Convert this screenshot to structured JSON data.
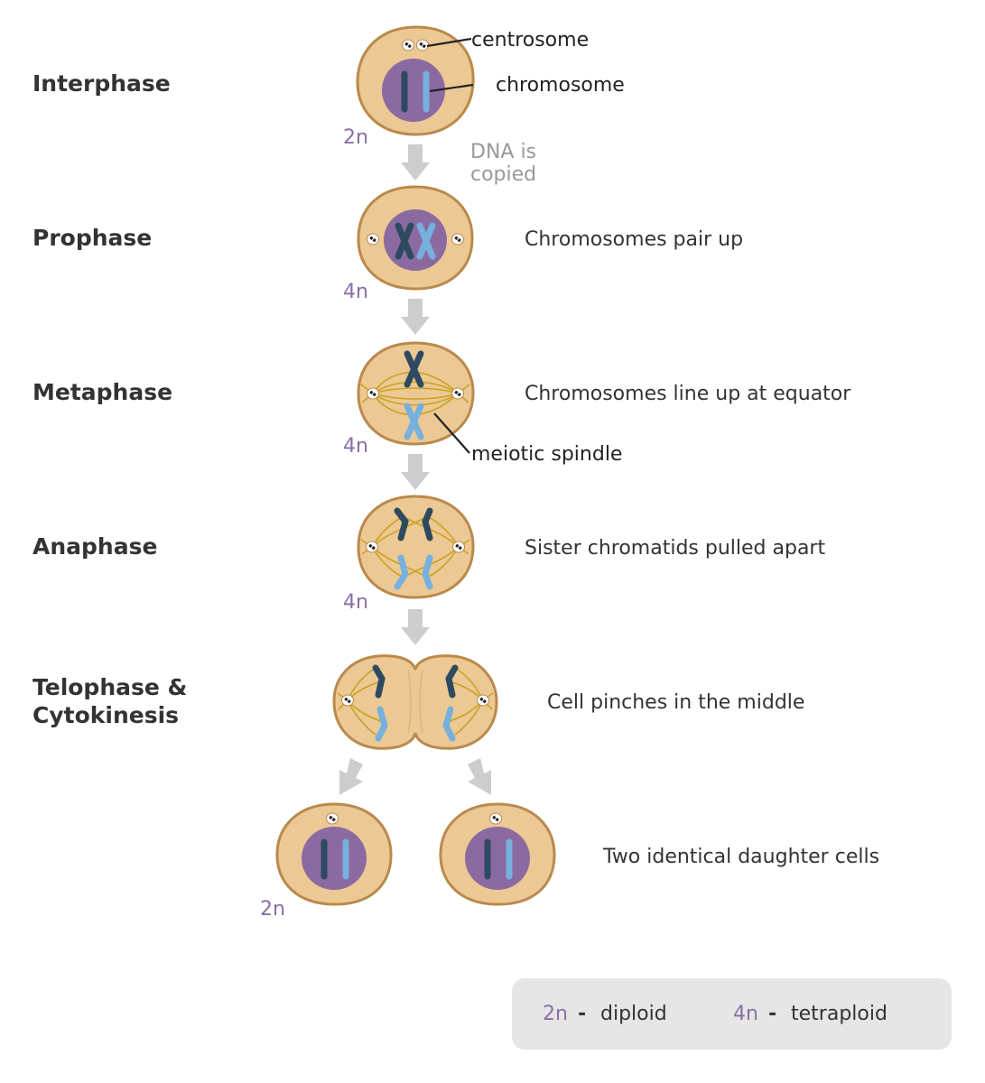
{
  "stages": [
    {
      "label": "Interphase",
      "description": "",
      "ploidy": "2n"
    },
    {
      "label": "Prophase",
      "description": "Chromosomes pair up",
      "ploidy": "4n"
    },
    {
      "label": "Metaphase",
      "description": "Chromosomes line up at equator",
      "ploidy": "4n"
    },
    {
      "label": "Anaphase",
      "description": "Sister chromatids pulled apart",
      "ploidy": "4n"
    },
    {
      "label_line1": "Telophase &",
      "label_line2": "Cytokinesis",
      "description": "Cell pinches in the middle"
    },
    {
      "label": "",
      "description": "Two identical daughter cells",
      "ploidy": "2n"
    }
  ],
  "callouts": {
    "centrosome": "centrosome",
    "chromosome": "chromosome",
    "spindle": "meiotic spindle"
  },
  "dna_note": {
    "line1": "DNA is",
    "line2": "copied"
  },
  "legend": [
    {
      "symbol": "2n",
      "separator": "-",
      "meaning": "diploid"
    },
    {
      "symbol": "4n",
      "separator": "-",
      "meaning": "tetraploid"
    }
  ],
  "colors": {
    "cell_fill": "#ecc894",
    "cell_border": "#b98a4c",
    "nucleus": "#8b6aa1",
    "chromosome_dark": "#2e4a60",
    "chromosome_light": "#76b0dd",
    "spindle": "#c9a21f",
    "ploidy_text": "#8a6fa6",
    "arrow": "#cdcdcd"
  }
}
